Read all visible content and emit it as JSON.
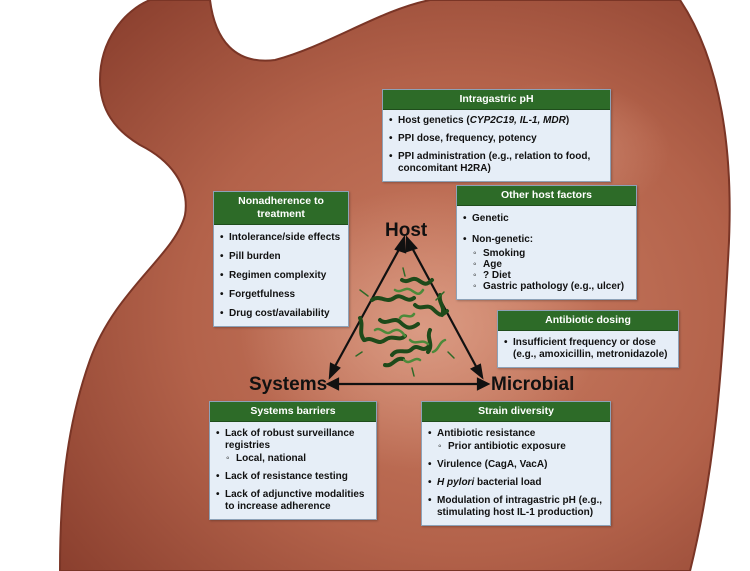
{
  "colors": {
    "header_green": "#2d6b28",
    "box_fill": "#e6eef7",
    "stomach": "#b05d45"
  },
  "nodes": {
    "host": "Host",
    "systems": "Systems",
    "microbial": "Microbial"
  },
  "boxes": {
    "intragastric": {
      "title": "Intragastric pH",
      "items": [
        {
          "pre": "Host genetics (",
          "em": "CYP2C19, IL-1, MDR",
          "post": ")"
        },
        "PPI dose, frequency, potency",
        "PPI administration (e.g., relation to food, concomitant H2RA)"
      ]
    },
    "nonadherence": {
      "title": "Nonadherence to treatment",
      "items": [
        "Intolerance/side effects",
        "Pill burden",
        "Regimen complexity",
        "Forgetfulness",
        "Drug cost/availability"
      ]
    },
    "otherhost": {
      "title": "Other host factors",
      "items": [
        "Genetic",
        "Non-genetic:"
      ],
      "subitems": [
        "Smoking",
        "Age",
        "? Diet",
        "Gastric pathology (e.g., ulcer)"
      ]
    },
    "antibiotic": {
      "title": "Antibiotic dosing",
      "items": [
        "Insufficient frequency or dose (e.g., amoxicillin, metronidazole)"
      ]
    },
    "systems": {
      "title": "Systems barriers",
      "items": [
        "Lack of robust surveillance registries",
        "Lack of resistance testing",
        "Lack of adjunctive modalities to increase adherence"
      ],
      "subitems": [
        "Local, national"
      ]
    },
    "strain": {
      "title": "Strain diversity",
      "items": [
        "Antibiotic resistance",
        "Virulence (CagA, VacA)",
        {
          "pre": "",
          "em": "H pylori",
          "post": " bacterial load"
        },
        "Modulation of intragastric pH (e.g., stimulating host IL-1 production)"
      ],
      "subitems": [
        "Prior antibiotic exposure"
      ]
    }
  }
}
